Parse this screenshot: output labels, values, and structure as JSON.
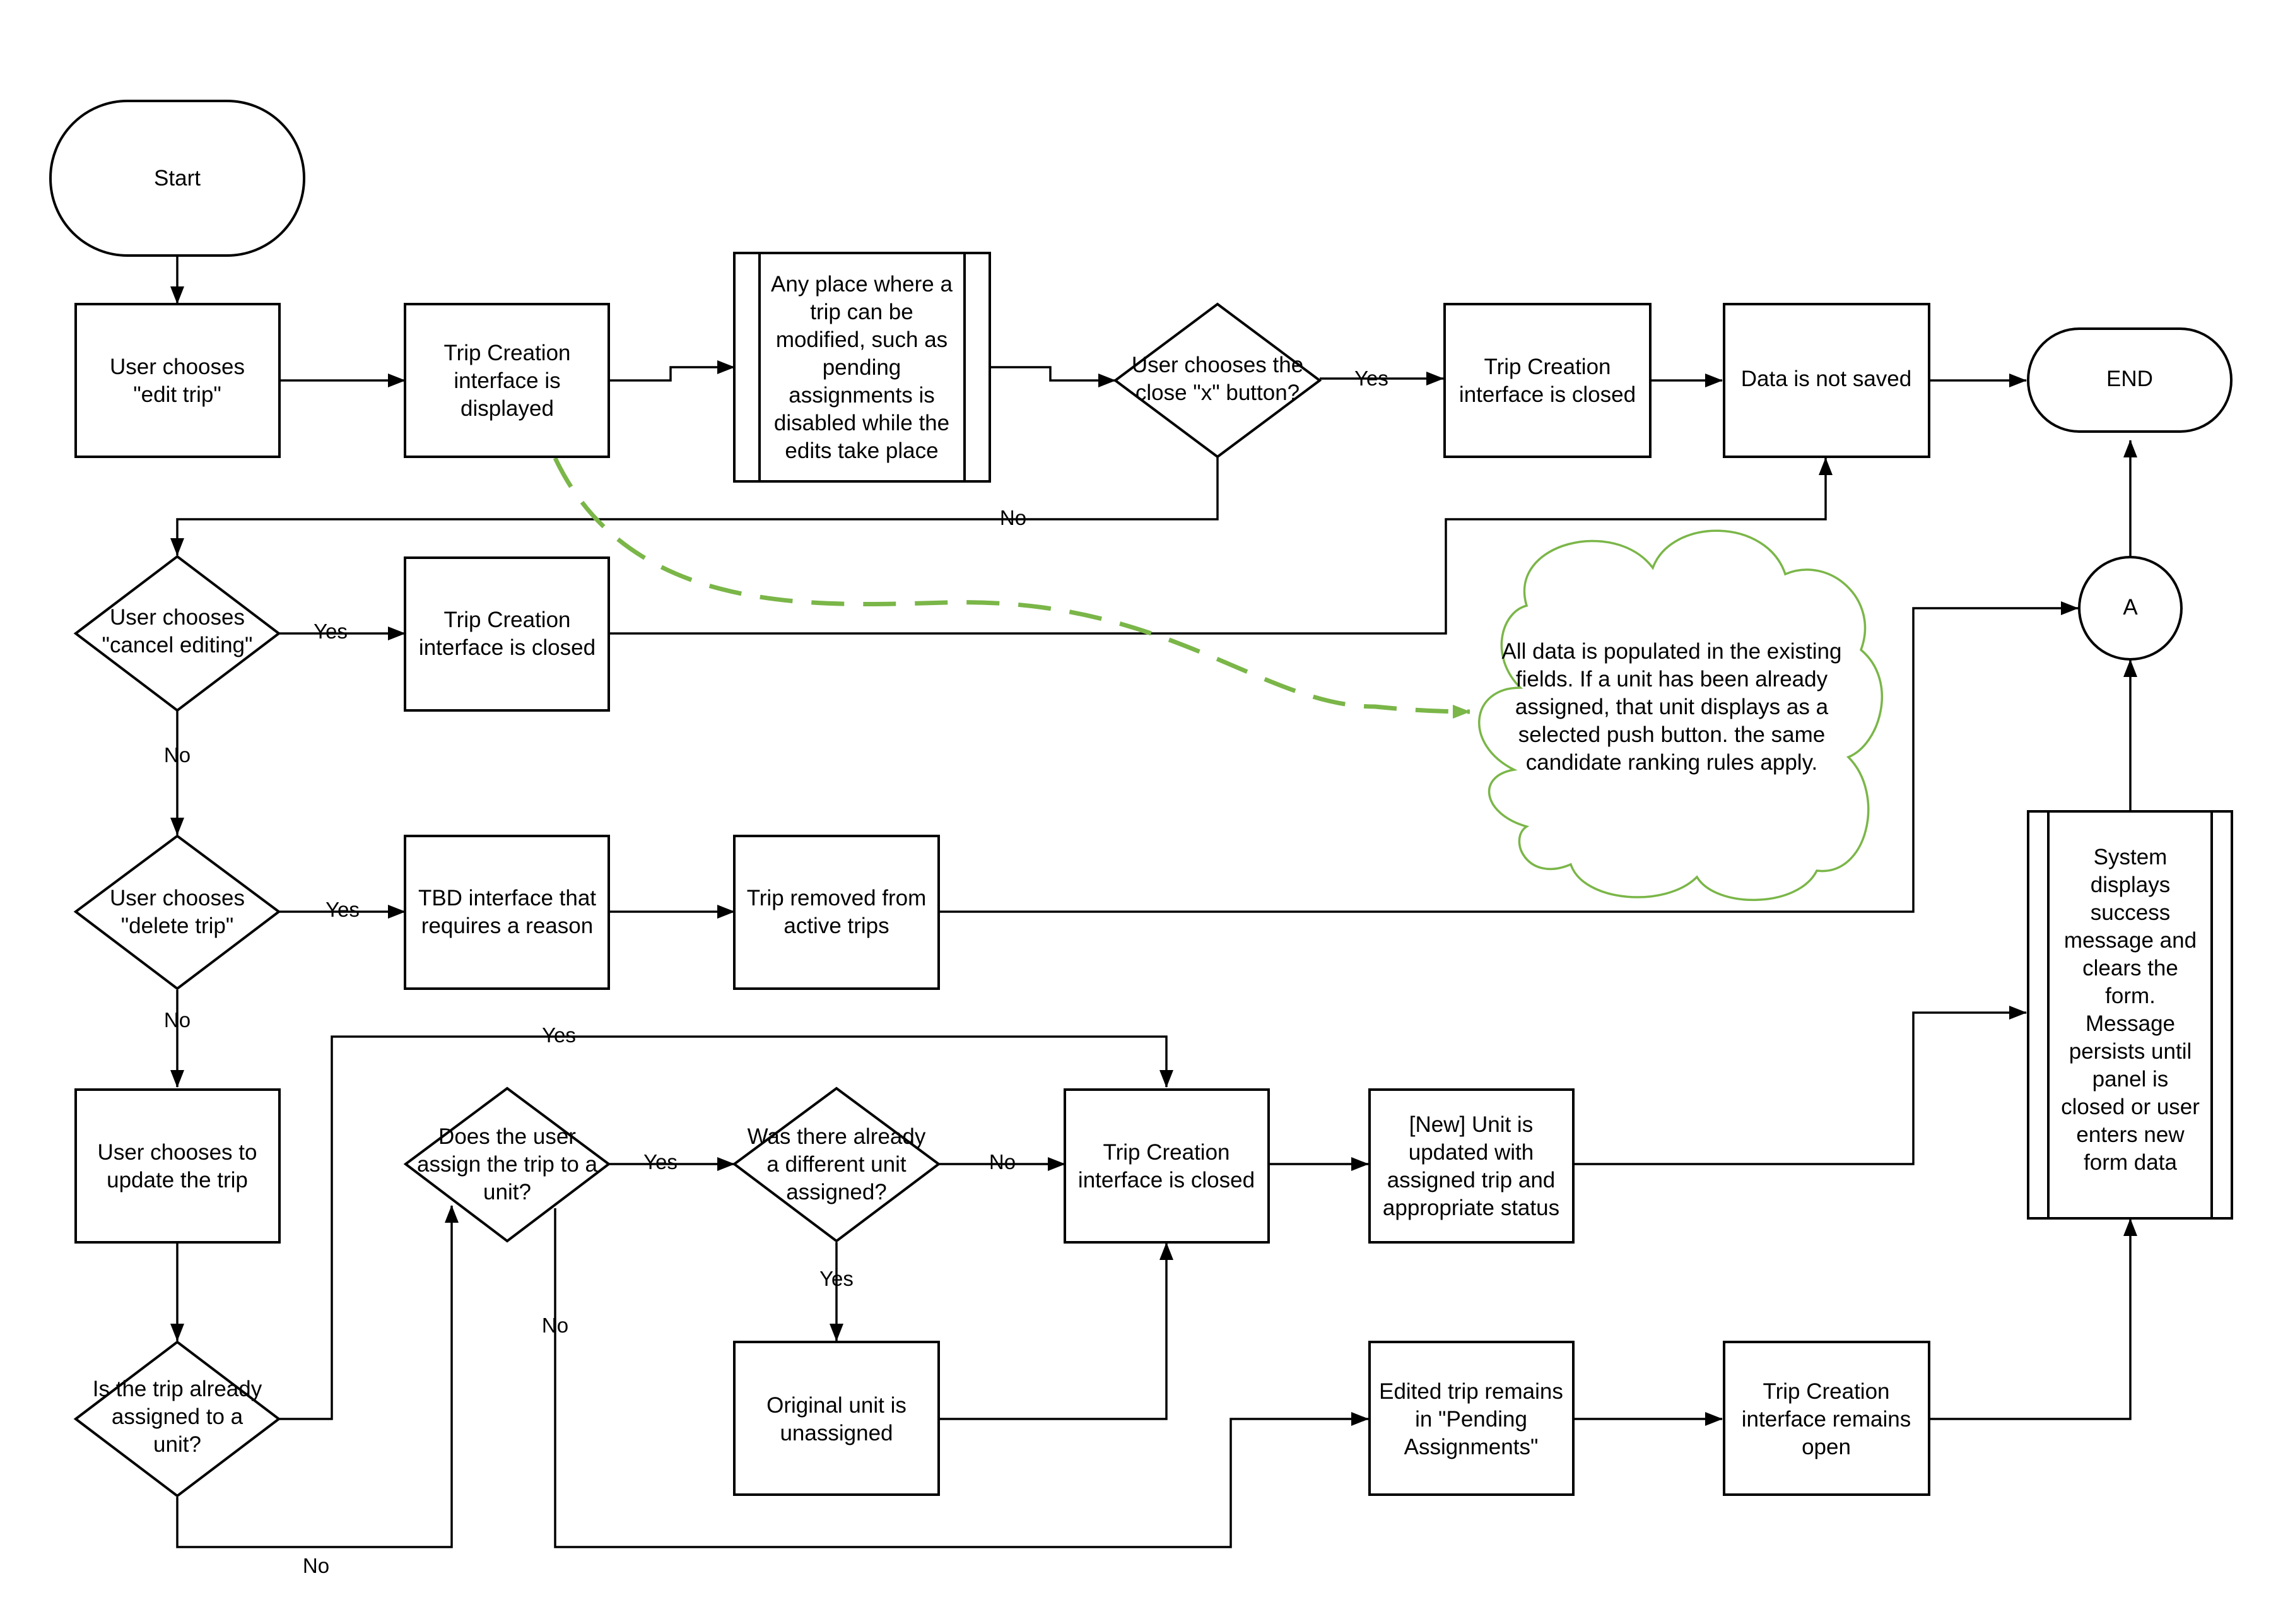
{
  "flowchart": {
    "nodes": {
      "start": "Start",
      "edit_trip": "User chooses \"edit trip\"",
      "interface_displayed": "Trip Creation interface is displayed",
      "any_place_disabled": "Any place where a trip can be modified, such as pending assignments is disabled while the edits take place",
      "close_x_decision": "User chooses the close \"x\" button?",
      "closed_after_x": "Trip Creation interface is closed",
      "data_not_saved": "Data is not saved",
      "end": "END",
      "cancel_editing_decision": "User chooses \"cancel editing\"",
      "closed_after_cancel": "Trip Creation interface is closed",
      "connector_a": "A",
      "cloud_note": "All data is populated in the existing fields. If a unit has been already assigned, that unit displays as a selected push button. the same candidate ranking rules apply.",
      "delete_trip_decision": "User chooses \"delete trip\"",
      "tbd_interface": "TBD interface that requires a reason",
      "trip_removed": "Trip removed from active trips",
      "system_success": "System displays success message and clears the form. Message persists until panel is closed or user enters new form data",
      "update_trip": "User chooses to update the trip",
      "already_assigned_decision": "Is the trip already assigned to a unit?",
      "user_assign_decision": "Does the user assign the trip to a unit?",
      "different_unit_decision": "Was there already a different unit assigned?",
      "closed_after_update": "Trip Creation interface is closed",
      "new_unit_updated": "[New] Unit is updated with assigned trip and appropriate status",
      "original_unassigned": "Original unit is unassigned",
      "pending_assignments": "Edited trip remains in \"Pending Assignments\"",
      "interface_remains_open": "Trip Creation interface remains open"
    },
    "edge_labels": {
      "close_x_yes": "Yes",
      "close_x_no": "No",
      "cancel_yes": "Yes",
      "cancel_no": "No",
      "delete_yes": "Yes",
      "delete_no": "No",
      "already_assigned_yes": "Yes",
      "already_assigned_no": "No",
      "assign_yes": "Yes",
      "assign_no": "No",
      "different_no": "No",
      "different_yes": "Yes"
    },
    "colors": {
      "stroke": "#000000",
      "fill": "#ffffff",
      "note_accent": "#7ab648"
    }
  }
}
